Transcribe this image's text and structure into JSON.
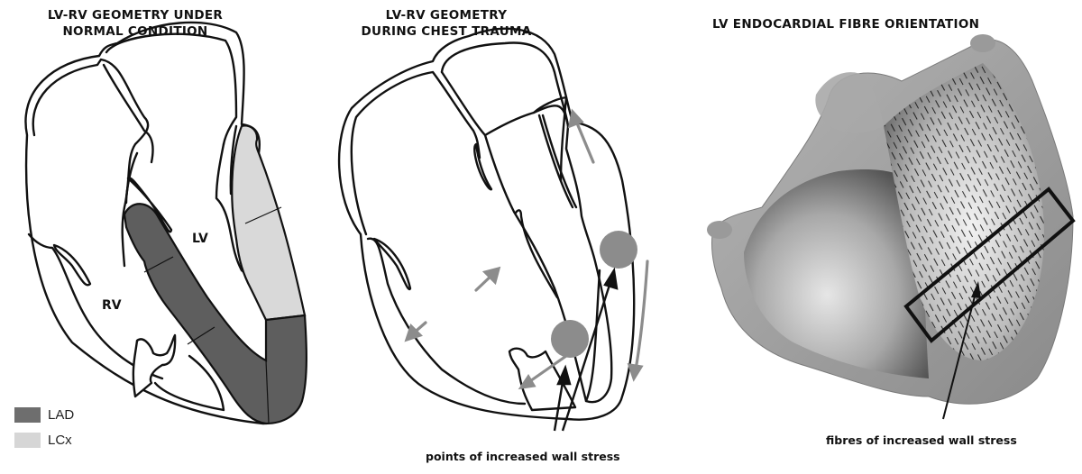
{
  "panels": [
    {
      "id": "normal",
      "title": "LV-RV GEOMETRY UNDER\nNORMAL CONDITION",
      "labels": {
        "lv": "LV",
        "rv": "RV"
      },
      "legend": [
        {
          "label": "LAD",
          "color": "#6e6e6e"
        },
        {
          "label": "LCx",
          "color": "#d6d6d6"
        }
      ]
    },
    {
      "id": "trauma",
      "title": "LV-RV GEOMETRY\nDURING CHEST TRAUMA",
      "caption": "points of increased wall stress",
      "stress_point_color": "#8c8c8c",
      "motion_arrow_color": "#8c8c8c"
    },
    {
      "id": "fibres",
      "title": "LV ENDOCARDIAL FIBRE ORIENTATION",
      "caption": "fibres of increased wall stress"
    }
  ],
  "colors": {
    "outline": "#111111",
    "lad": "#5e5e5e",
    "lcx": "#d9d9d9",
    "stress_point": "#8c8c8c"
  }
}
